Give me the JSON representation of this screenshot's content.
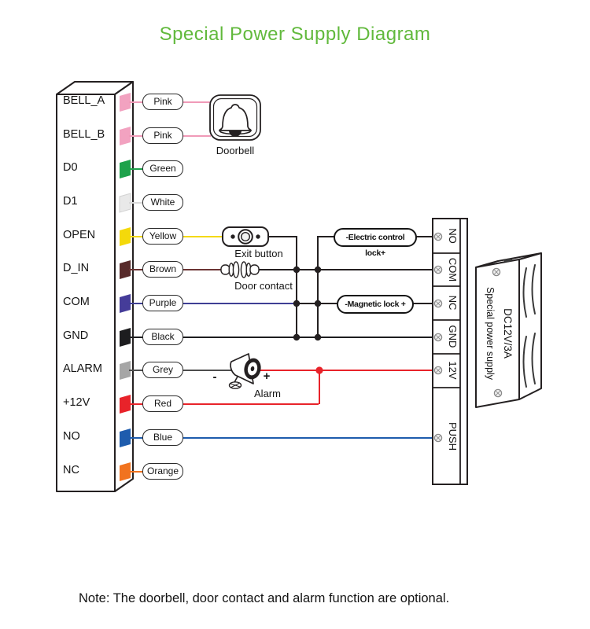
{
  "title": "Special Power Supply Diagram",
  "note": "Note: The doorbell, door contact and alarm function are optional.",
  "colors": {
    "title_green": "#61b93c",
    "line": "#242021",
    "junction_red": "#e8232a"
  },
  "controller": {
    "terminals": [
      {
        "name": "BELL_A",
        "wire": "Pink",
        "color": "#f2a2c0",
        "wire_color": "#f09ab8"
      },
      {
        "name": "BELL_B",
        "wire": "Pink",
        "color": "#f2a2c0",
        "wire_color": "#f09ab8"
      },
      {
        "name": "D0",
        "wire": "Green",
        "color": "#1ea24b",
        "wire_color": "#1ea24b"
      },
      {
        "name": "D1",
        "wire": "White",
        "color": "#e9e9e9",
        "wire_color": "#d9d9d9"
      },
      {
        "name": "OPEN",
        "wire": "Yellow",
        "color": "#f4d90b",
        "wire_color": "#f4d90b"
      },
      {
        "name": "D_IN",
        "wire": "Brown",
        "color": "#582b2b",
        "wire_color": "#6b3434"
      },
      {
        "name": "COM",
        "wire": "Purple",
        "color": "#453c99",
        "wire_color": "#3f3f94"
      },
      {
        "name": "GND",
        "wire": "Black",
        "color": "#1d1d1f",
        "wire_color": "#1d1d1f"
      },
      {
        "name": "ALARM",
        "wire": "Grey",
        "color": "#a6a6a6",
        "wire_color": "#4d4d4d"
      },
      {
        "name": "+12V",
        "wire": "Red",
        "color": "#e8232a",
        "wire_color": "#e8232a"
      },
      {
        "name": "NO",
        "wire": "Blue",
        "color": "#1e5cad",
        "wire_color": "#1e5cad"
      },
      {
        "name": "NC",
        "wire": "Orange",
        "color": "#f1731f",
        "wire_color": "#f1731f"
      }
    ]
  },
  "devices": {
    "doorbell_label": "Doorbell",
    "exit_button_label": "Exit button",
    "door_contact_label": "Door contact",
    "alarm_label": "Alarm",
    "alarm_minus": "-",
    "alarm_plus": "+"
  },
  "locks": {
    "electric_label": "-Electric control lock+",
    "magnetic_label": "-Magnetic lock +"
  },
  "power_terminal": {
    "labels": [
      "NO",
      "COM",
      "NC",
      "GND",
      "12V",
      "PUSH"
    ]
  },
  "power_supply": {
    "model": "DC12V/3A",
    "name": "Special power supply"
  }
}
